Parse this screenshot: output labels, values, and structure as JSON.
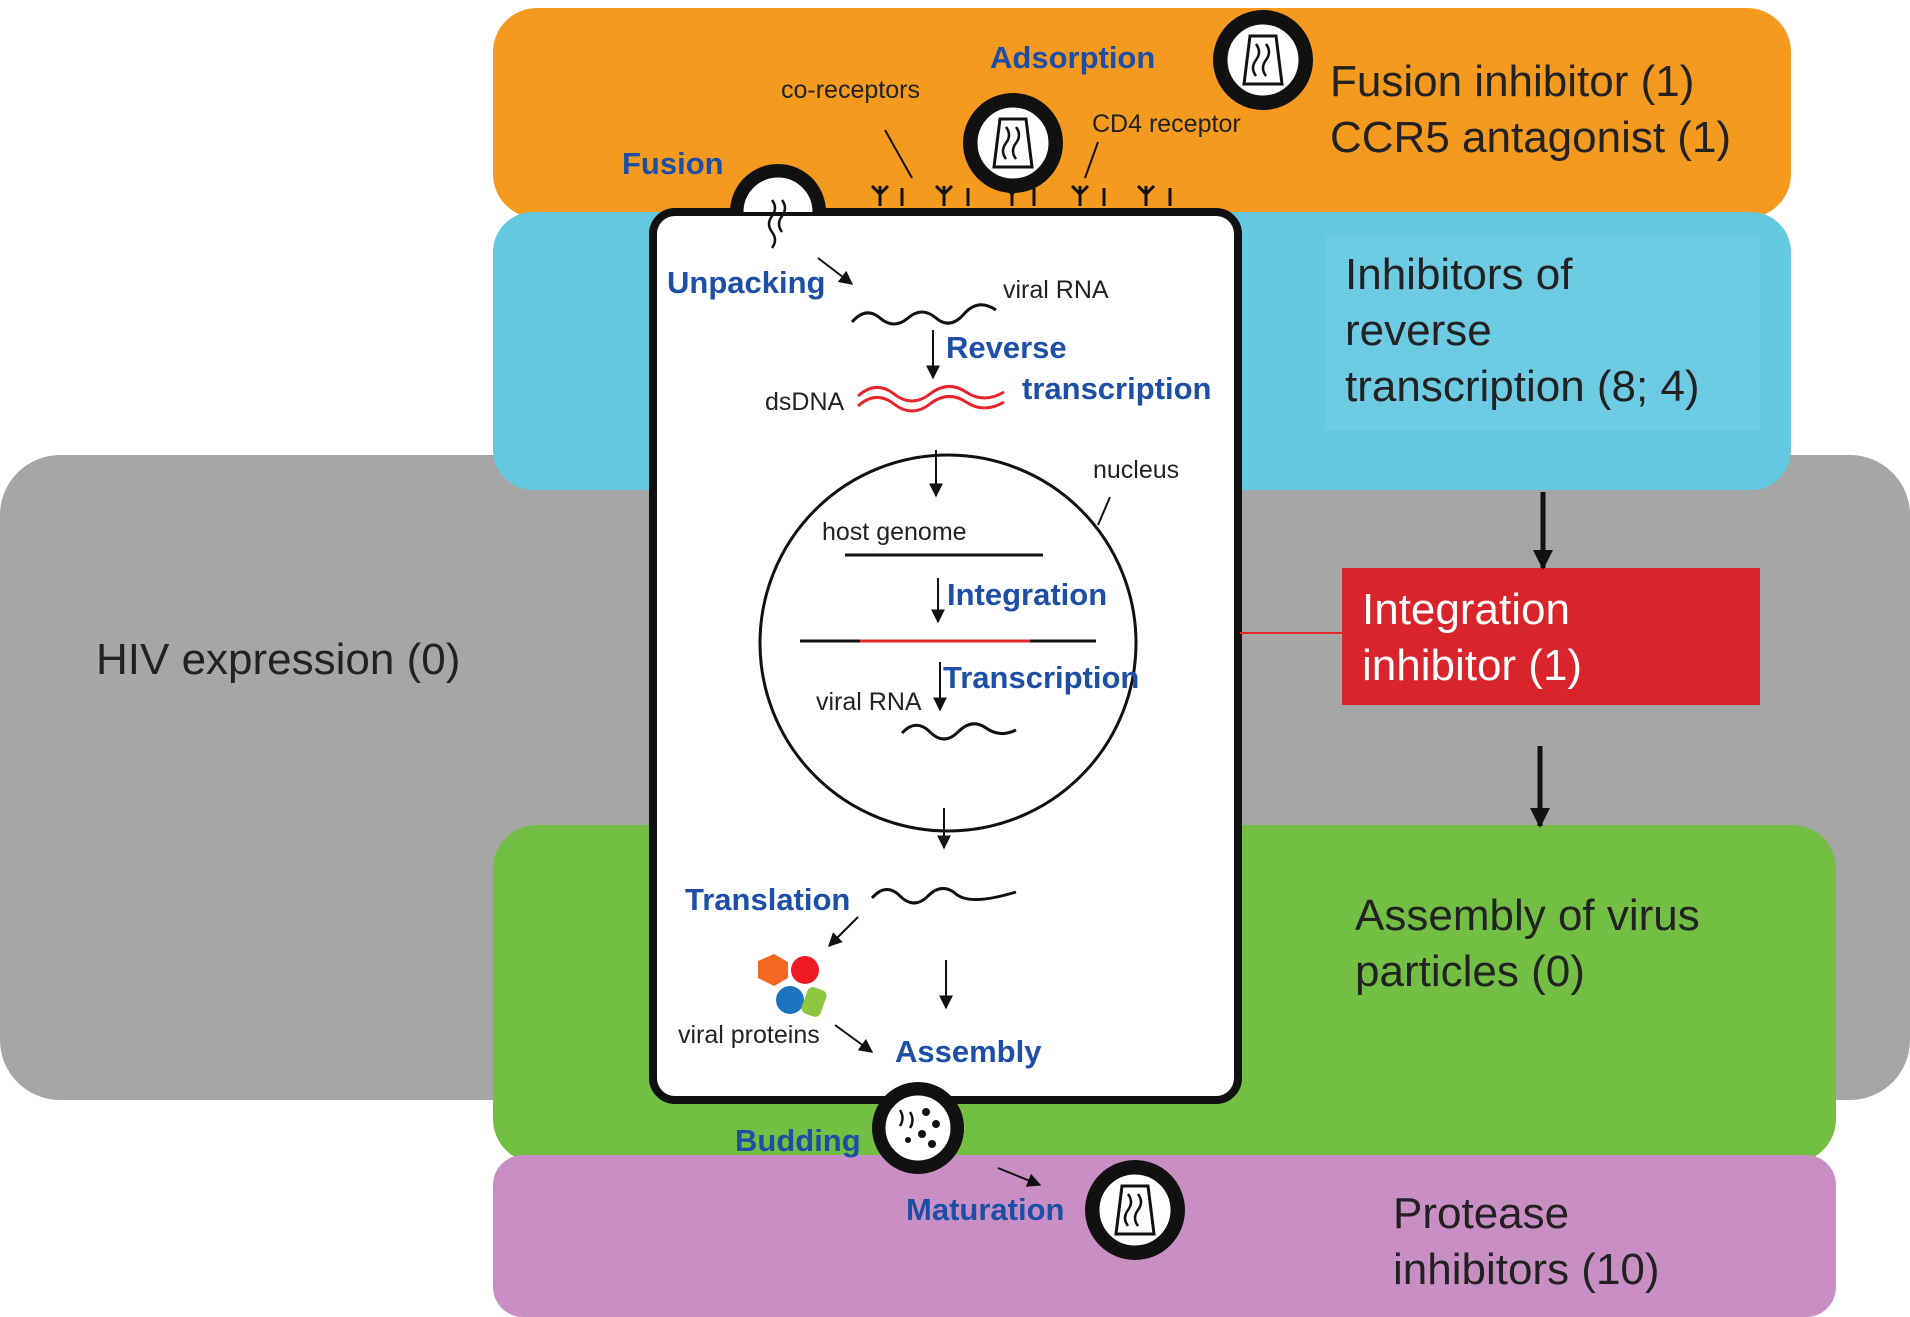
{
  "categories": {
    "fusion": {
      "lines": [
        "Fusion inhibitor (1)",
        "CCR5 antagonist (1)"
      ],
      "color": "#f39a1f"
    },
    "reverse_transcription": {
      "lines": [
        "Inhibitors of",
        "reverse",
        "transcription (8; 4)"
      ],
      "color": "#63c8e0"
    },
    "hiv_expression": {
      "text": "HIV expression (0)",
      "color": "#a6a6a6"
    },
    "integration": {
      "lines": [
        "Integration",
        "inhibitor (1)"
      ],
      "color": "#d9242b"
    },
    "assembly": {
      "lines": [
        "Assembly of virus",
        "particles (0)"
      ],
      "color": "#72bf44"
    },
    "protease": {
      "lines": [
        "Protease",
        "inhibitors (10)"
      ],
      "color": "#c98fc4"
    }
  },
  "stages": {
    "adsorption": "Adsorption",
    "fusion": "Fusion",
    "unpacking": "Unpacking",
    "reverse": "Reverse",
    "transcription_rt": "transcription",
    "integration": "Integration",
    "transcription": "Transcription",
    "translation": "Translation",
    "assembly": "Assembly",
    "budding": "Budding",
    "maturation": "Maturation"
  },
  "notes": {
    "co_receptors": "co-receptors",
    "cd4_receptor": "CD4 receptor",
    "viral_rna_1": "viral RNA",
    "dsdna": "dsDNA",
    "nucleus": "nucleus",
    "host_genome": "host genome",
    "viral_rna_2": "viral RNA",
    "viral_proteins": "viral proteins"
  },
  "colors": {
    "stage_text": "#1c4fa5",
    "dsdna": "#e8242b",
    "protein_orange": "#f26722",
    "protein_red": "#ed1c24",
    "protein_blue": "#1e73be",
    "protein_green": "#8dc63f"
  }
}
